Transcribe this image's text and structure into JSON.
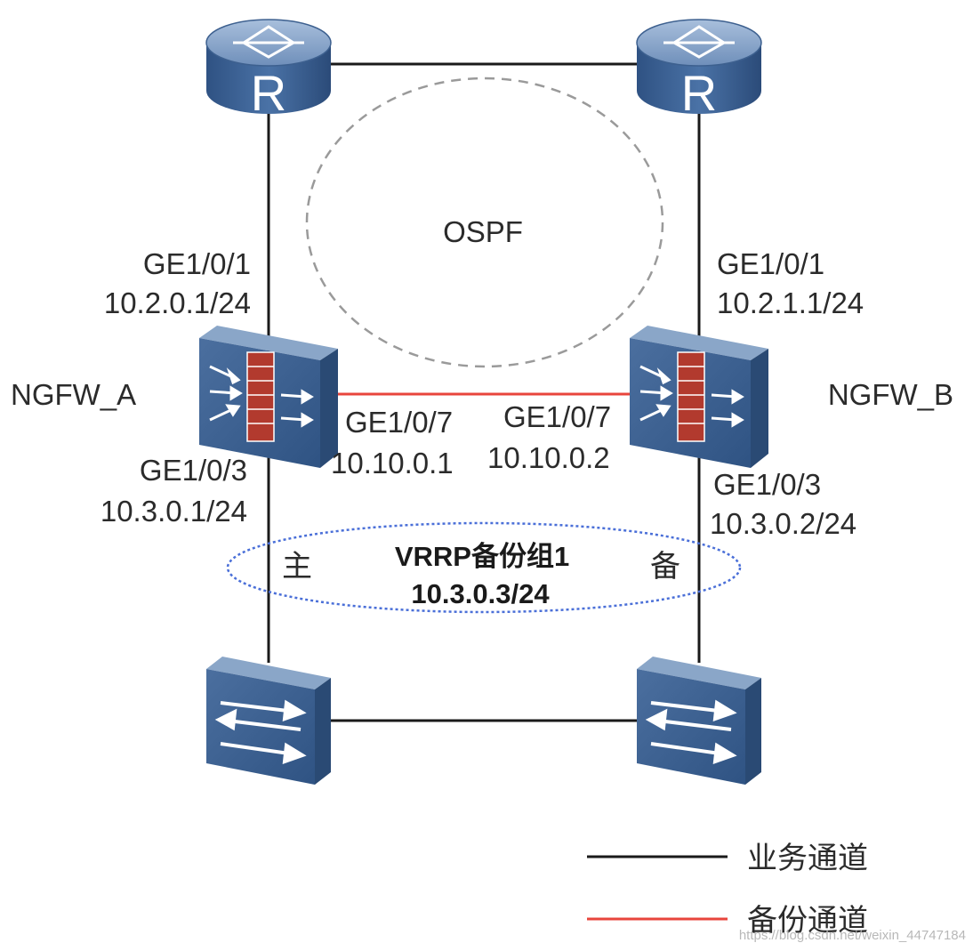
{
  "diagram": {
    "ospf_label": "OSPF",
    "routers": [
      {
        "id": "router-left",
        "letter": "R"
      },
      {
        "id": "router-right",
        "letter": "R"
      }
    ],
    "firewalls": [
      {
        "id": "ngfw-a",
        "name": "NGFW_A",
        "uplink_port": "GE1/0/1",
        "uplink_ip": "10.2.0.1/24",
        "hb_port": "GE1/0/7",
        "hb_ip": "10.10.0.1",
        "down_port": "GE1/0/3",
        "down_ip": "10.3.0.1/24",
        "role": "主"
      },
      {
        "id": "ngfw-b",
        "name": "NGFW_B",
        "uplink_port": "GE1/0/1",
        "uplink_ip": "10.2.1.1/24",
        "hb_port": "GE1/0/7",
        "hb_ip": "10.10.0.2",
        "down_port": "GE1/0/3",
        "down_ip": "10.3.0.2/24",
        "role": "备"
      }
    ],
    "vrrp": {
      "group": "VRRP备份组1",
      "vip": "10.3.0.3/24"
    },
    "legend": {
      "service": {
        "label": "业务通道",
        "color": "#1a1a1a"
      },
      "backup": {
        "label": "备份通道",
        "color": "#e8453c"
      }
    },
    "watermark": "https://blog.csdn.net/weixin_44747184",
    "colors": {
      "device_front": "#3a5f8f",
      "device_top": "#8aa6c8",
      "device_side": "#2a4a74",
      "brick": "#b23a2e",
      "ospf_circle": "#9a9a9a",
      "vrrp_ellipse": "#4a6fd8"
    }
  }
}
